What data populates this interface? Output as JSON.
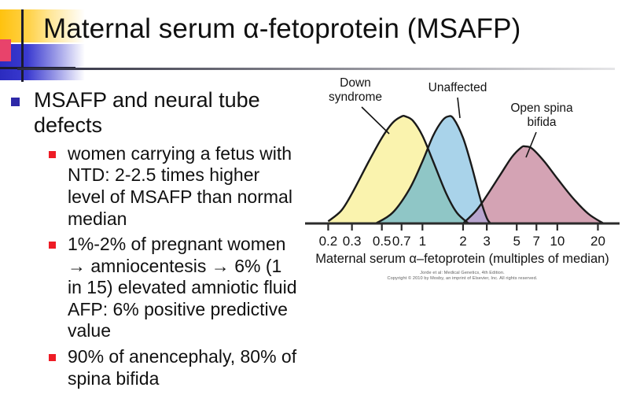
{
  "slide": {
    "title": "Maternal serum α-fetoprotein (MSAFP)"
  },
  "logo": {
    "name": "decorative-corner-mark"
  },
  "bullets": [
    {
      "level": 1,
      "marker_color": "#2e29a8",
      "text": "MSAFP and neural tube defects"
    },
    {
      "level": 2,
      "marker_color": "#ee1c25",
      "text": "women carrying a fetus with NTD: 2-2.5 times higher level of MSAFP than normal median"
    },
    {
      "level": 2,
      "marker_color": "#ee1c25",
      "text": "1%-2% of pregnant women → amniocentesis → 6% (1 in 15) elevated amniotic fluid AFP: 6% positive predictive value"
    },
    {
      "level": 2,
      "marker_color": "#ee1c25",
      "text": "90% of anencephaly, 80% of spina bifida"
    }
  ],
  "figure": {
    "caption": "Maternal serum α–fetoprotein (multiples of median)",
    "credit_line_1": "Jorde et al: Medical Genetics, 4th Edition.",
    "credit_line_2": "Copyright © 2010 by Mosby, an imprint of Elsevier, Inc. All rights reserved.",
    "annotations": [
      {
        "label_line_1": "Down",
        "label_line_2": "syndrome"
      },
      {
        "label_line_1": "Unaffected",
        "label_line_2": ""
      },
      {
        "label_line_1": "Open spina",
        "label_line_2": "bifida"
      }
    ]
  },
  "chart_data": {
    "type": "area",
    "title": "",
    "xlabel": "Maternal serum α–fetoprotein (multiples of median)",
    "ylabel": "",
    "grid": false,
    "legend_position": "inline-annotations",
    "x_scale": "log",
    "x_tick_labels": [
      "0.2",
      "0.3",
      "0.5",
      "0.7",
      "1",
      "2",
      "3",
      "5",
      "7",
      "10",
      "20"
    ],
    "x_tick_values": [
      0.2,
      0.3,
      0.5,
      0.7,
      1,
      2,
      3,
      5,
      7,
      10,
      20
    ],
    "xlim": [
      0.15,
      26
    ],
    "series": [
      {
        "name": "Down syndrome",
        "color": "#faf3ae",
        "stroke": "#1a1a1a",
        "peak_x": 0.75,
        "peak_height": 1.0,
        "x": [
          0.2,
          0.25,
          0.3,
          0.4,
          0.5,
          0.6,
          0.7,
          0.75,
          0.85,
          1.0,
          1.2,
          1.5,
          1.8,
          2.2
        ],
        "values": [
          0.02,
          0.12,
          0.28,
          0.58,
          0.8,
          0.94,
          1.0,
          1.0,
          0.96,
          0.82,
          0.58,
          0.28,
          0.1,
          0.0
        ]
      },
      {
        "name": "Unaffected",
        "color": "#a9d3ea",
        "stroke": "#1a1a1a",
        "peak_x": 1.55,
        "peak_height": 1.0,
        "x": [
          0.45,
          0.6,
          0.8,
          1.0,
          1.2,
          1.4,
          1.55,
          1.7,
          2.0,
          2.3,
          2.7,
          3.0,
          3.2
        ],
        "values": [
          0.0,
          0.1,
          0.32,
          0.58,
          0.82,
          0.96,
          1.0,
          0.98,
          0.8,
          0.55,
          0.22,
          0.05,
          0.0
        ]
      },
      {
        "name": "Open spina bifida",
        "color": "#d4a3b4",
        "stroke": "#1a1a1a",
        "peak_x": 5.8,
        "peak_height": 0.72,
        "x": [
          2.0,
          2.5,
          3.0,
          3.8,
          4.6,
          5.4,
          5.8,
          6.5,
          8.0,
          10.0,
          13.0,
          17.0,
          22.0
        ],
        "values": [
          0.0,
          0.12,
          0.26,
          0.46,
          0.62,
          0.71,
          0.72,
          0.7,
          0.58,
          0.42,
          0.24,
          0.09,
          0.0
        ]
      }
    ],
    "overlap_colors": {
      "down_x_unaffected": "#8fc6c6",
      "unaffected_x_spina": "#b8a5cf",
      "triple": "#9aa1a6"
    }
  }
}
